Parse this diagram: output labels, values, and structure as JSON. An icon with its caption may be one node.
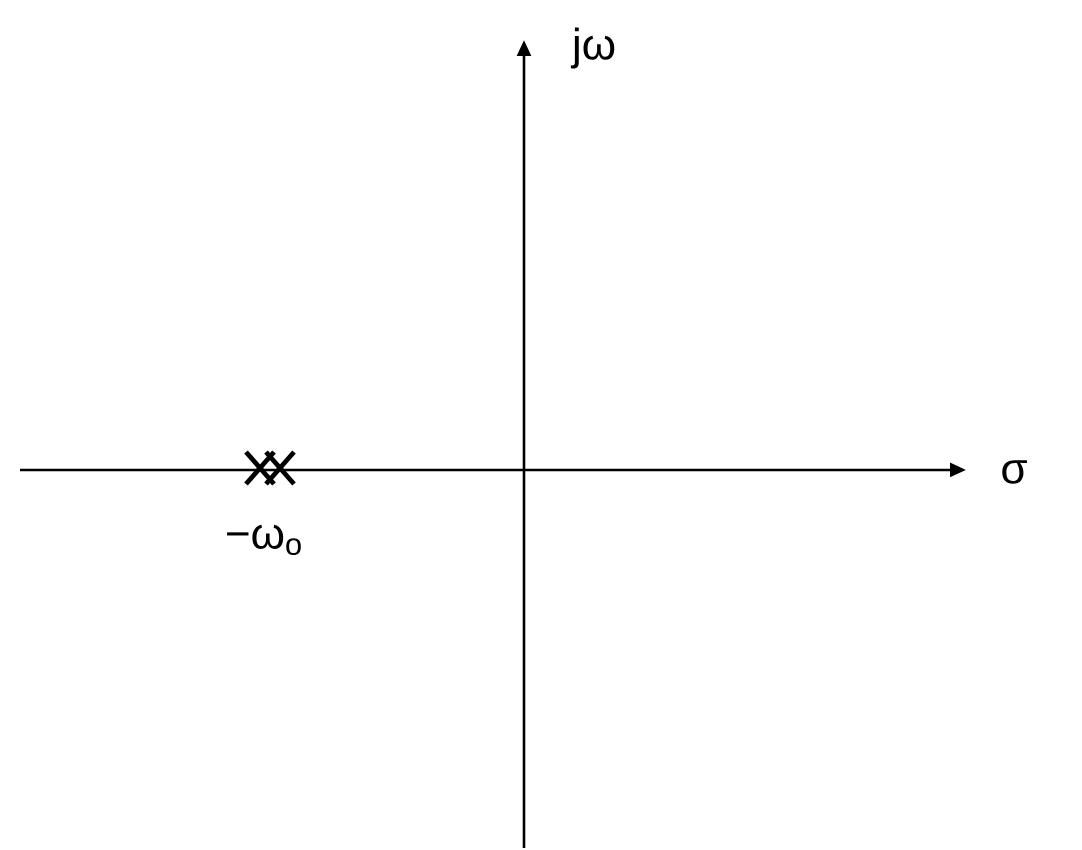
{
  "diagram": {
    "labels": [
      "jω",
      "σ",
      "−ω$_{o}$"
    ]
  }
}
